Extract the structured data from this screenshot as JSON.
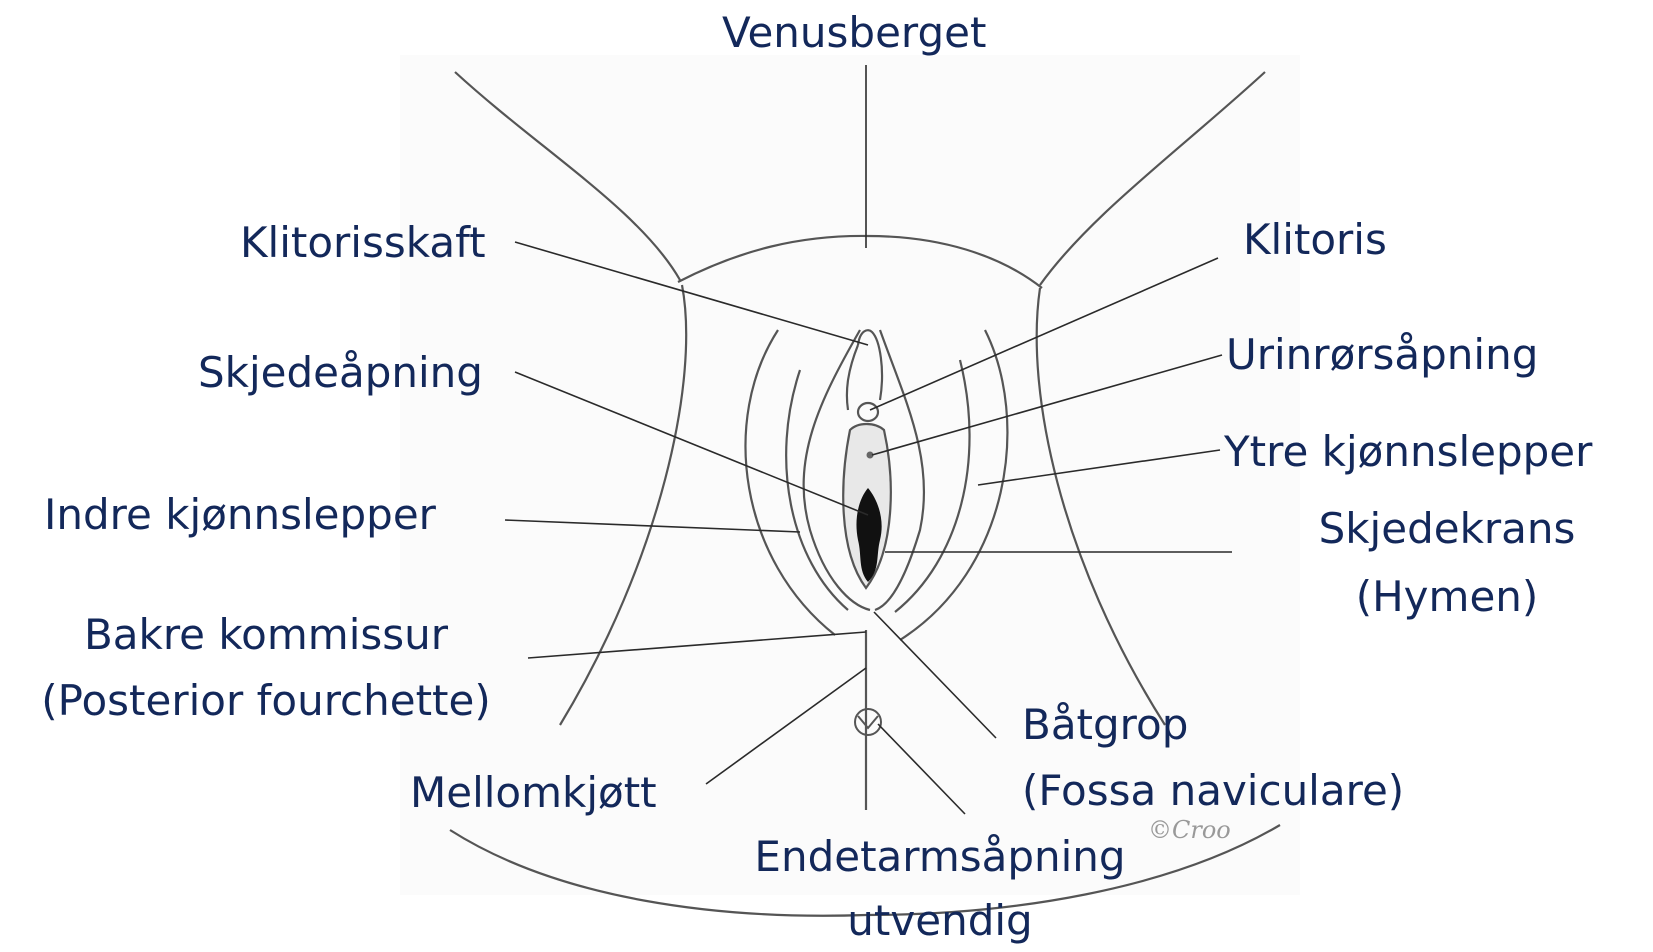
{
  "labels": {
    "mons": "Venusberget",
    "clitoral_shaft": "Klitorisskaft",
    "clitoris": "Klitoris",
    "vaginal_opening": "Skjedeåpning",
    "urethral_opening": "Urinrørsåpning",
    "labia_majora": "Ytre kjønnslepper",
    "labia_minora": "Indre kjønnslepper",
    "hymen_line1": "Skjedekrans",
    "hymen_line2": "(Hymen)",
    "posterior_line1": "Bakre kommissur",
    "posterior_line2": "(Posterior fourchette)",
    "fossa_line1": "Båtgrop",
    "fossa_line2": "(Fossa naviculare)",
    "perineum": "Mellomkjøtt",
    "anus_line1": "Endetarmsåpning",
    "anus_line2": "utvendig"
  },
  "signature": "©Croo",
  "colors": {
    "label_text": "#13285a",
    "leader_line": "#2a2a2a",
    "drawing_line": "#555555",
    "opening_fill": "#111111"
  }
}
